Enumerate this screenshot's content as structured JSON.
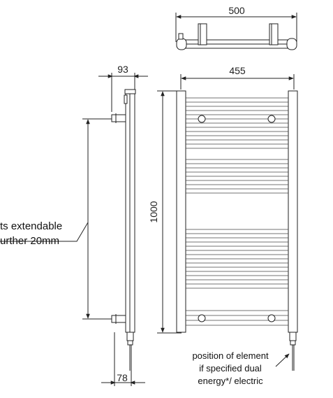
{
  "dimensions": {
    "top_view_width": "500",
    "side_depth_top": "93",
    "front_width": "455",
    "height": "1000",
    "side_depth_bottom": "78"
  },
  "notes": {
    "brackets_line1": "ts extendable",
    "brackets_line2": "urther 20mm",
    "element_line1": "position of element",
    "element_line2": "if specified dual",
    "element_line3": "energy*/ electric"
  }
}
